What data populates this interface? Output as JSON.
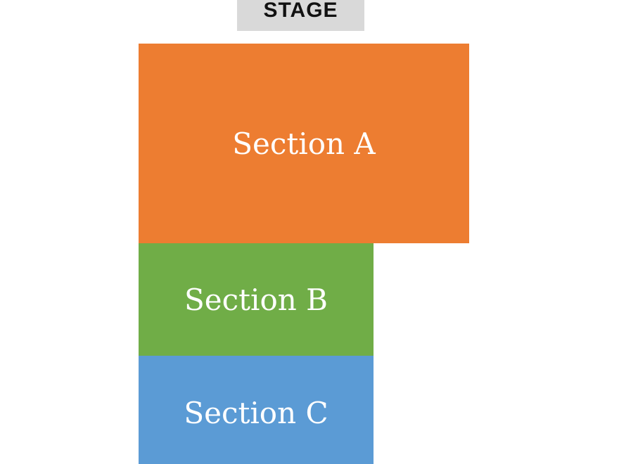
{
  "stage": {
    "label": "STAGE",
    "bg_color": "#D9D9D9",
    "text_color": "#111111"
  },
  "sections": [
    {
      "id": "A",
      "label": "Section A",
      "color": "#ED7D31"
    },
    {
      "id": "B",
      "label": "Section B",
      "color": "#70AD47"
    },
    {
      "id": "C",
      "label": "Section C",
      "color": "#5B9BD5"
    }
  ],
  "section_text_color": "#FFFFFF"
}
